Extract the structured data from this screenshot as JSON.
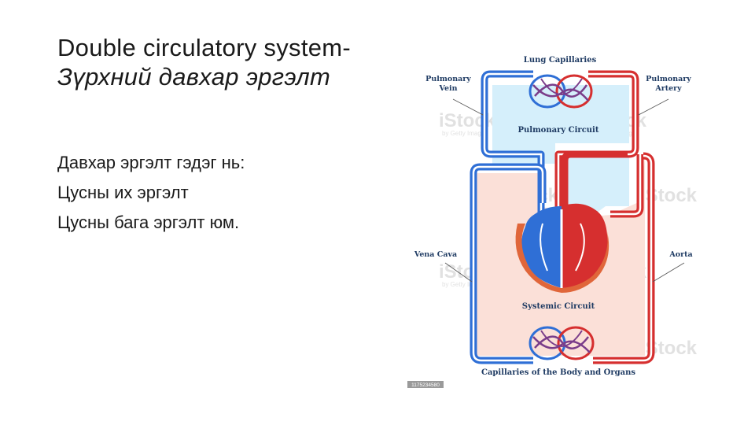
{
  "slide": {
    "title_line1": "Double circulatory system-",
    "title_line2": "Зүрхний давхар эргэлт",
    "body_lines": [
      "Давхар эргэлт гэдэг нь:",
      "Цусны их эргэлт",
      "Цусны бага эргэлт юм."
    ]
  },
  "diagram": {
    "labels": {
      "lung_capillaries": "Lung Capillaries",
      "pulmonary_vein_1": "Pulmonary",
      "pulmonary_vein_2": "Vein",
      "pulmonary_artery_1": "Pulmonary",
      "pulmonary_artery_2": "Artery",
      "pulmonary_circuit": "Pulmonary Circuit",
      "vena_cava": "Vena Cava",
      "aorta": "Aorta",
      "systemic_circuit": "Systemic Circuit",
      "capillaries_body": "Capillaries of the Body and Organs"
    },
    "watermark": "iStock",
    "watermark_sub": "by Getty Images",
    "stock_id": "1175234580",
    "colors": {
      "oxygenated": "#d62f2f",
      "deoxygenated": "#2f6fd6",
      "pulmonary_fill": "#d5effb",
      "systemic_fill": "#fbe0d8"
    }
  }
}
